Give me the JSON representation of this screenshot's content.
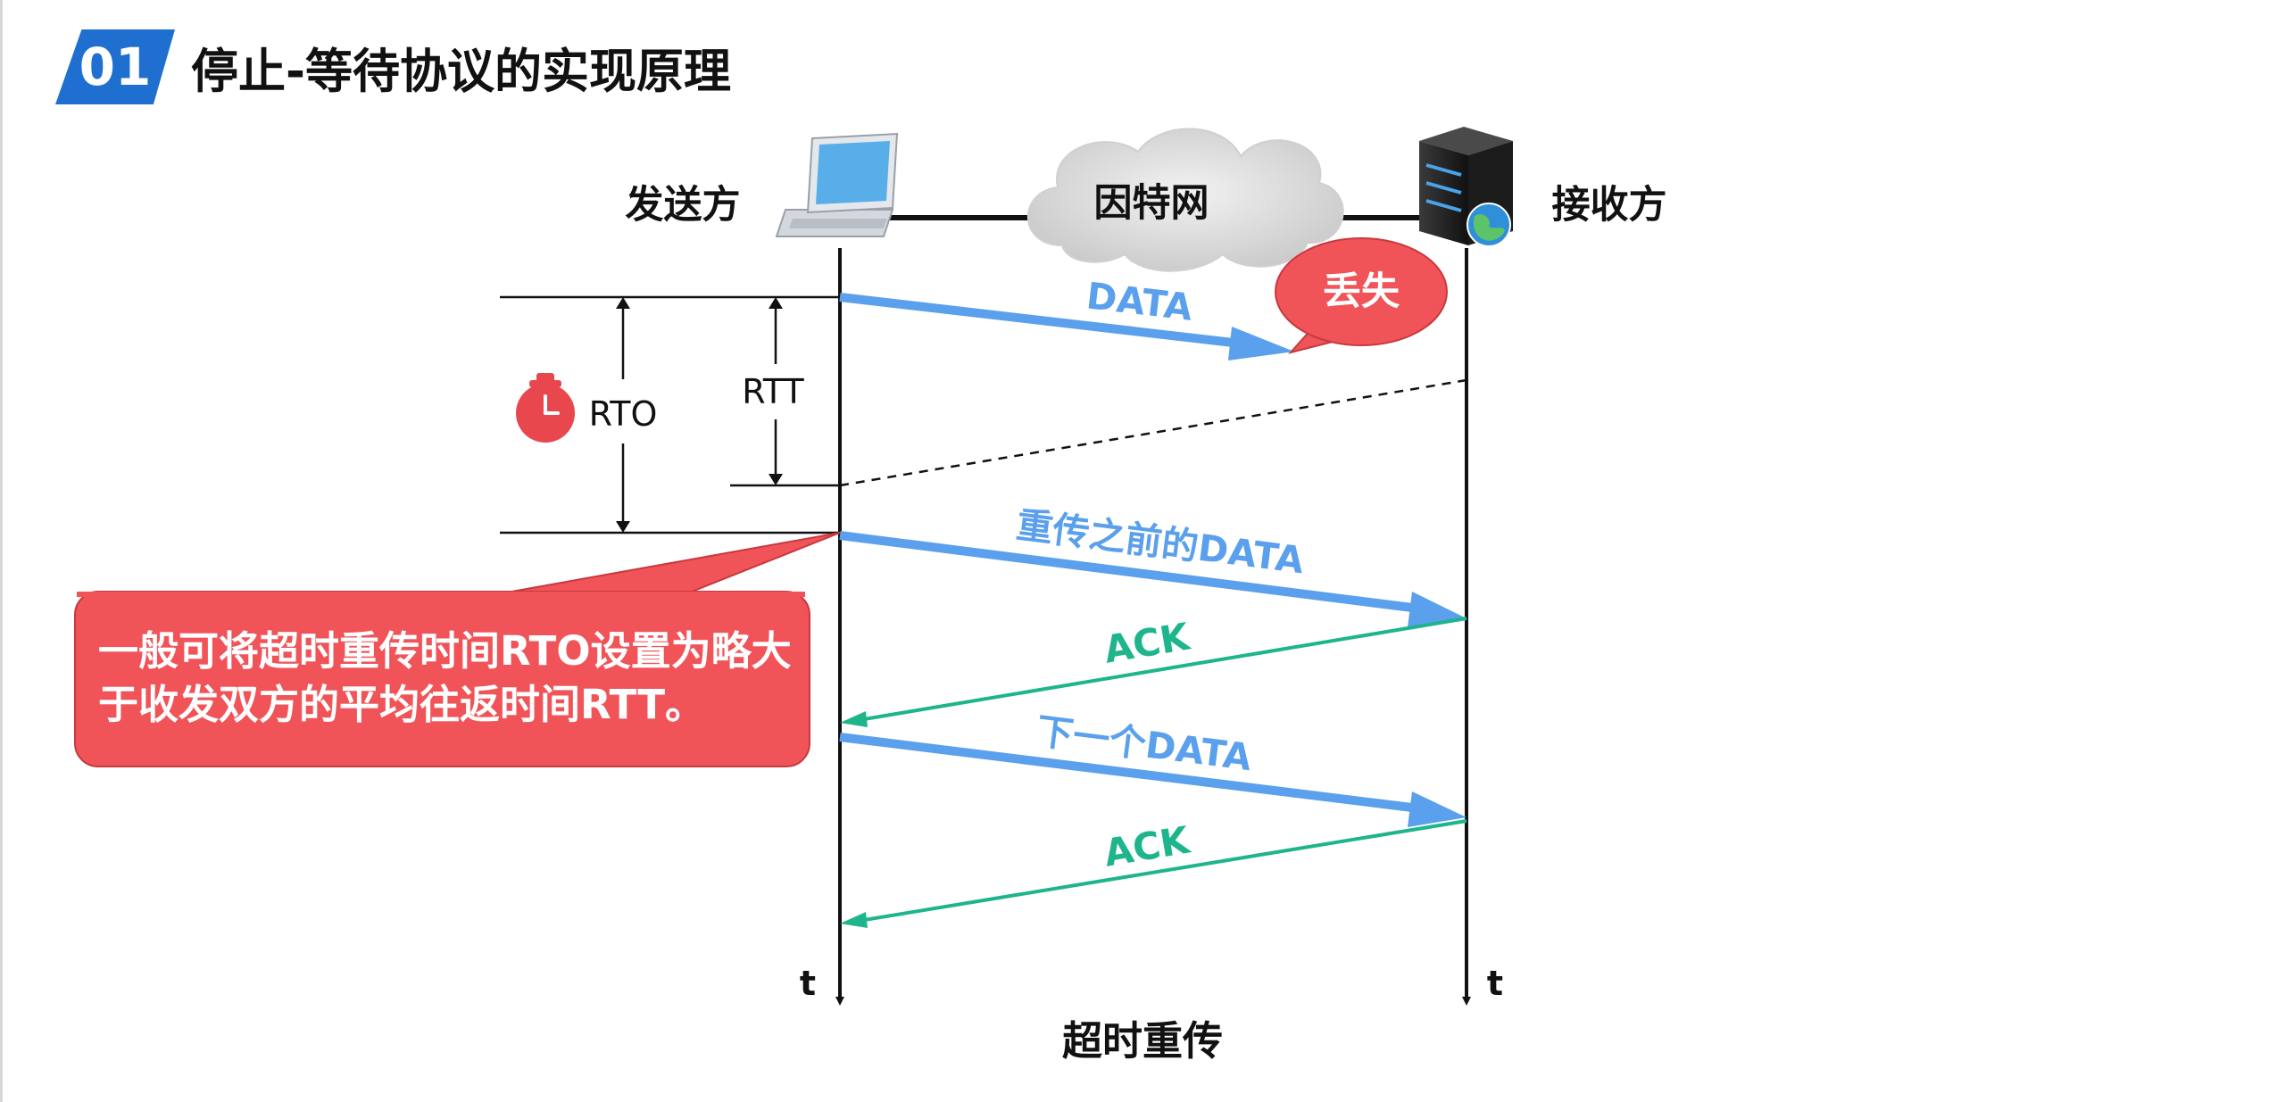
{
  "header": {
    "section_number": "01",
    "title": "停止-等待协议的实现原理"
  },
  "diagram": {
    "sender_label": "发送方",
    "receiver_label": "接收方",
    "network_label": "因特网",
    "lost_label": "丢失",
    "rto_label": "RTO",
    "rtt_label": "RTT",
    "time_axis_label": "t",
    "caption": "超时重传",
    "messages": [
      {
        "label": "DATA",
        "direction": "sender-to-receiver",
        "status": "lost"
      },
      {
        "label": "重传之前的DATA",
        "direction": "sender-to-receiver",
        "status": "delivered"
      },
      {
        "label": "ACK",
        "direction": "receiver-to-sender",
        "status": "delivered"
      },
      {
        "label": "下一个DATA",
        "direction": "sender-to-receiver",
        "status": "delivered"
      },
      {
        "label": "ACK",
        "direction": "receiver-to-sender",
        "status": "delivered"
      }
    ],
    "callout_text": "一般可将超时重传时间RTO设置为略大于收发双方的平均往返时间RTT。"
  },
  "colors": {
    "accent_blue": "#1e6fd0",
    "data_arrow": "#5aa0ec",
    "ack_arrow": "#1fb58c",
    "callout_red": "#f05459",
    "timer_red": "#e8474d"
  },
  "icons": {
    "sender": "laptop-icon",
    "receiver": "server-icon",
    "timer": "stopwatch-icon",
    "network": "cloud-icon"
  }
}
